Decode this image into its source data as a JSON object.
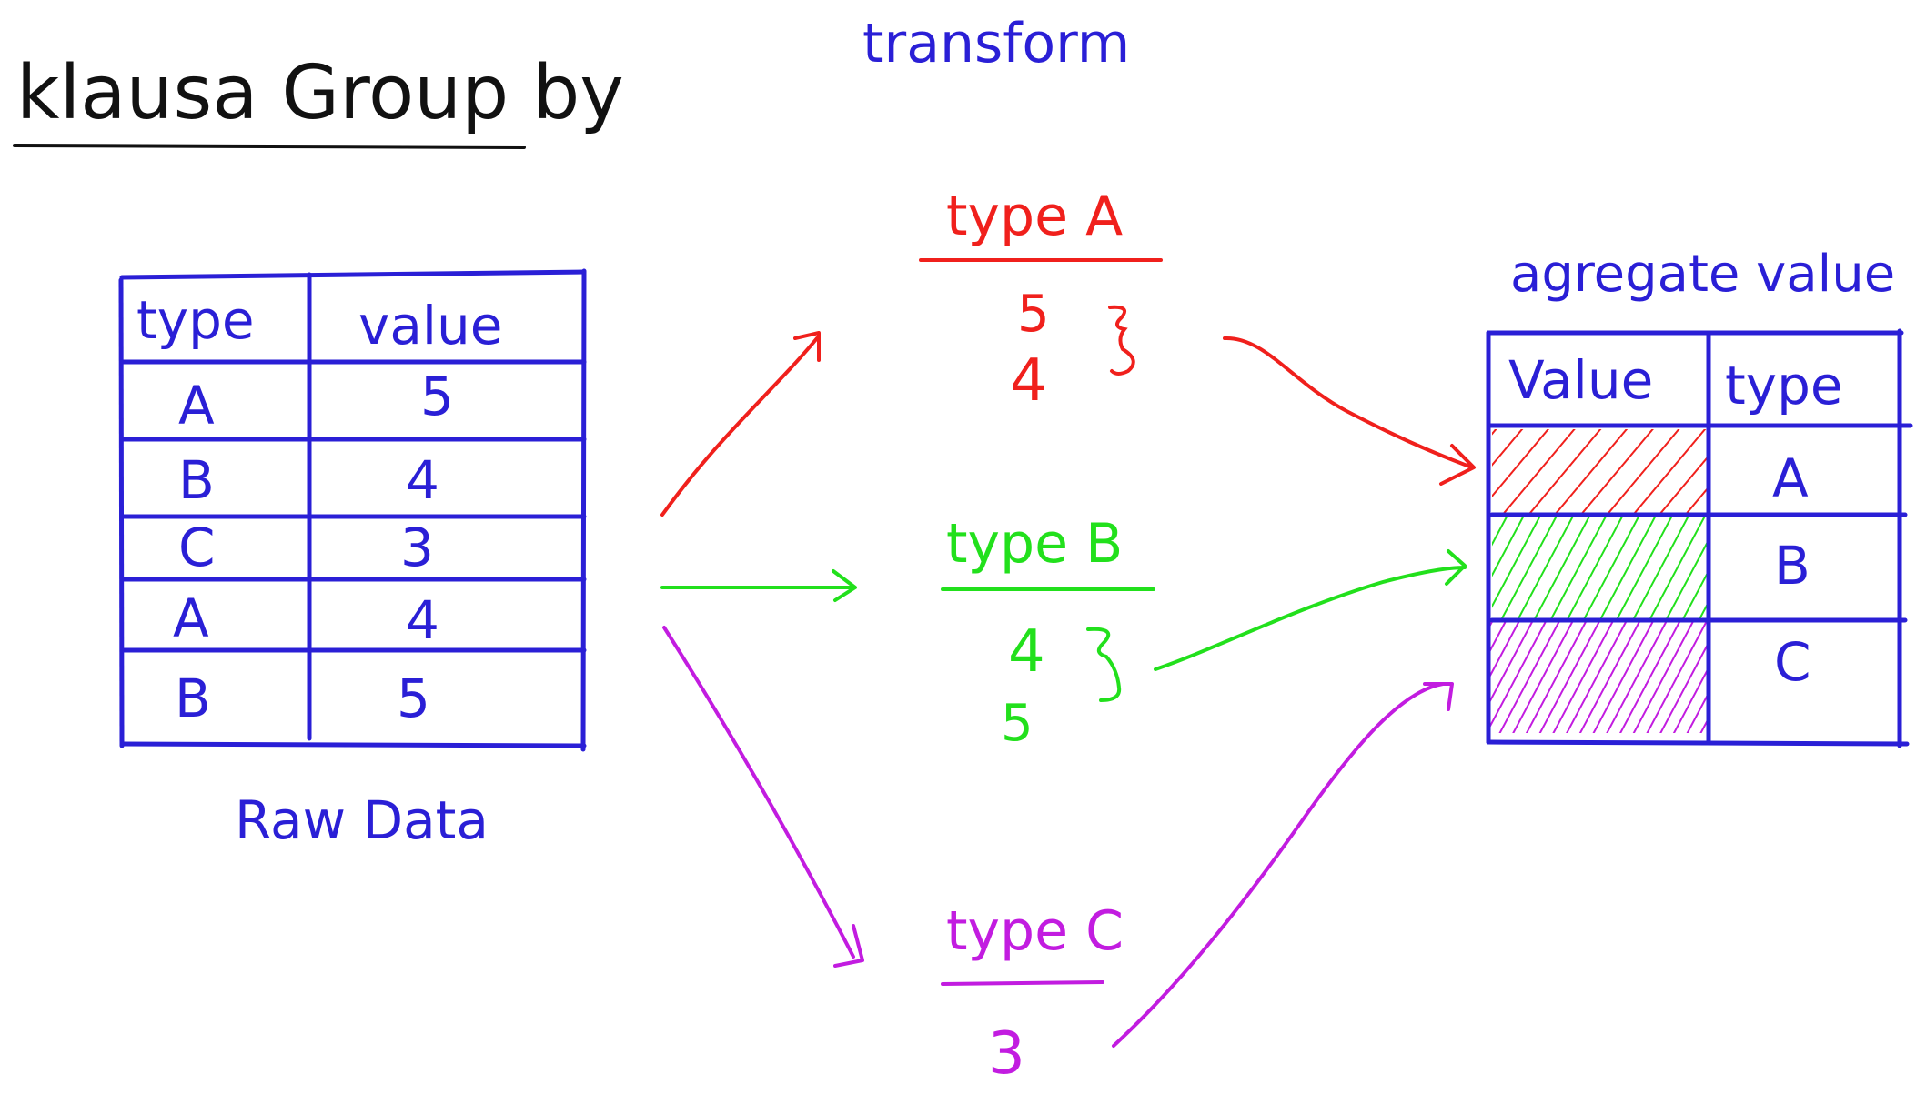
{
  "title": "klausa Group by",
  "transform_label": "transform",
  "raw_data": {
    "caption": "Raw Data",
    "headers": [
      "type",
      "value"
    ],
    "rows": [
      [
        "A",
        "5"
      ],
      [
        "B",
        "4"
      ],
      [
        "C",
        "3"
      ],
      [
        "A",
        "4"
      ],
      [
        "B",
        "5"
      ]
    ]
  },
  "groups": [
    {
      "label": "type A",
      "values": [
        "5",
        "4"
      ],
      "color": "#f0201c"
    },
    {
      "label": "type B",
      "values": [
        "4",
        "5"
      ],
      "color": "#22e01c"
    },
    {
      "label": "type C",
      "values": [
        "3"
      ],
      "color": "#c21ce0"
    }
  ],
  "aggregate": {
    "caption": "agregate value",
    "headers": [
      "Value",
      "type"
    ],
    "types": [
      "A",
      "B",
      "C"
    ]
  },
  "colors": {
    "ink": "#2a1fd6",
    "type_a": "#f0201c",
    "type_b": "#22e01c",
    "type_c": "#c21ce0"
  }
}
